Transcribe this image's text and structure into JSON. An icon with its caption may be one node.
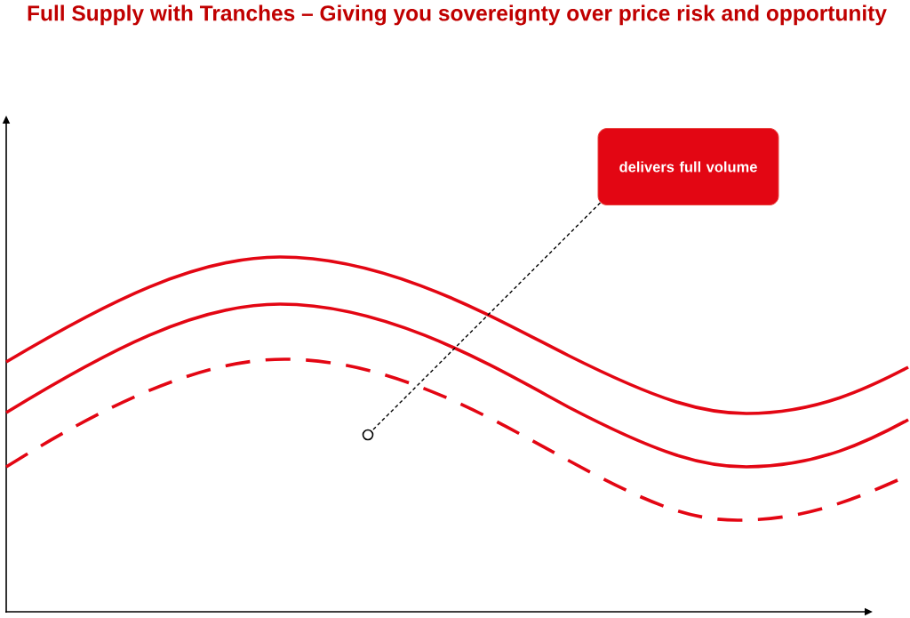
{
  "diagram": {
    "title": "Full Supply with Tranches – Giving you sovereignty over price risk and opportunity",
    "nodes": [
      {
        "text": [
          "delivers full volume"
        ]
      },
      {
        "text": [],
        "shape": "circle"
      }
    ],
    "edges": [
      {
        "from": 0,
        "to": 1,
        "arrow": "none",
        "style": "dashed"
      }
    ]
  }
}
